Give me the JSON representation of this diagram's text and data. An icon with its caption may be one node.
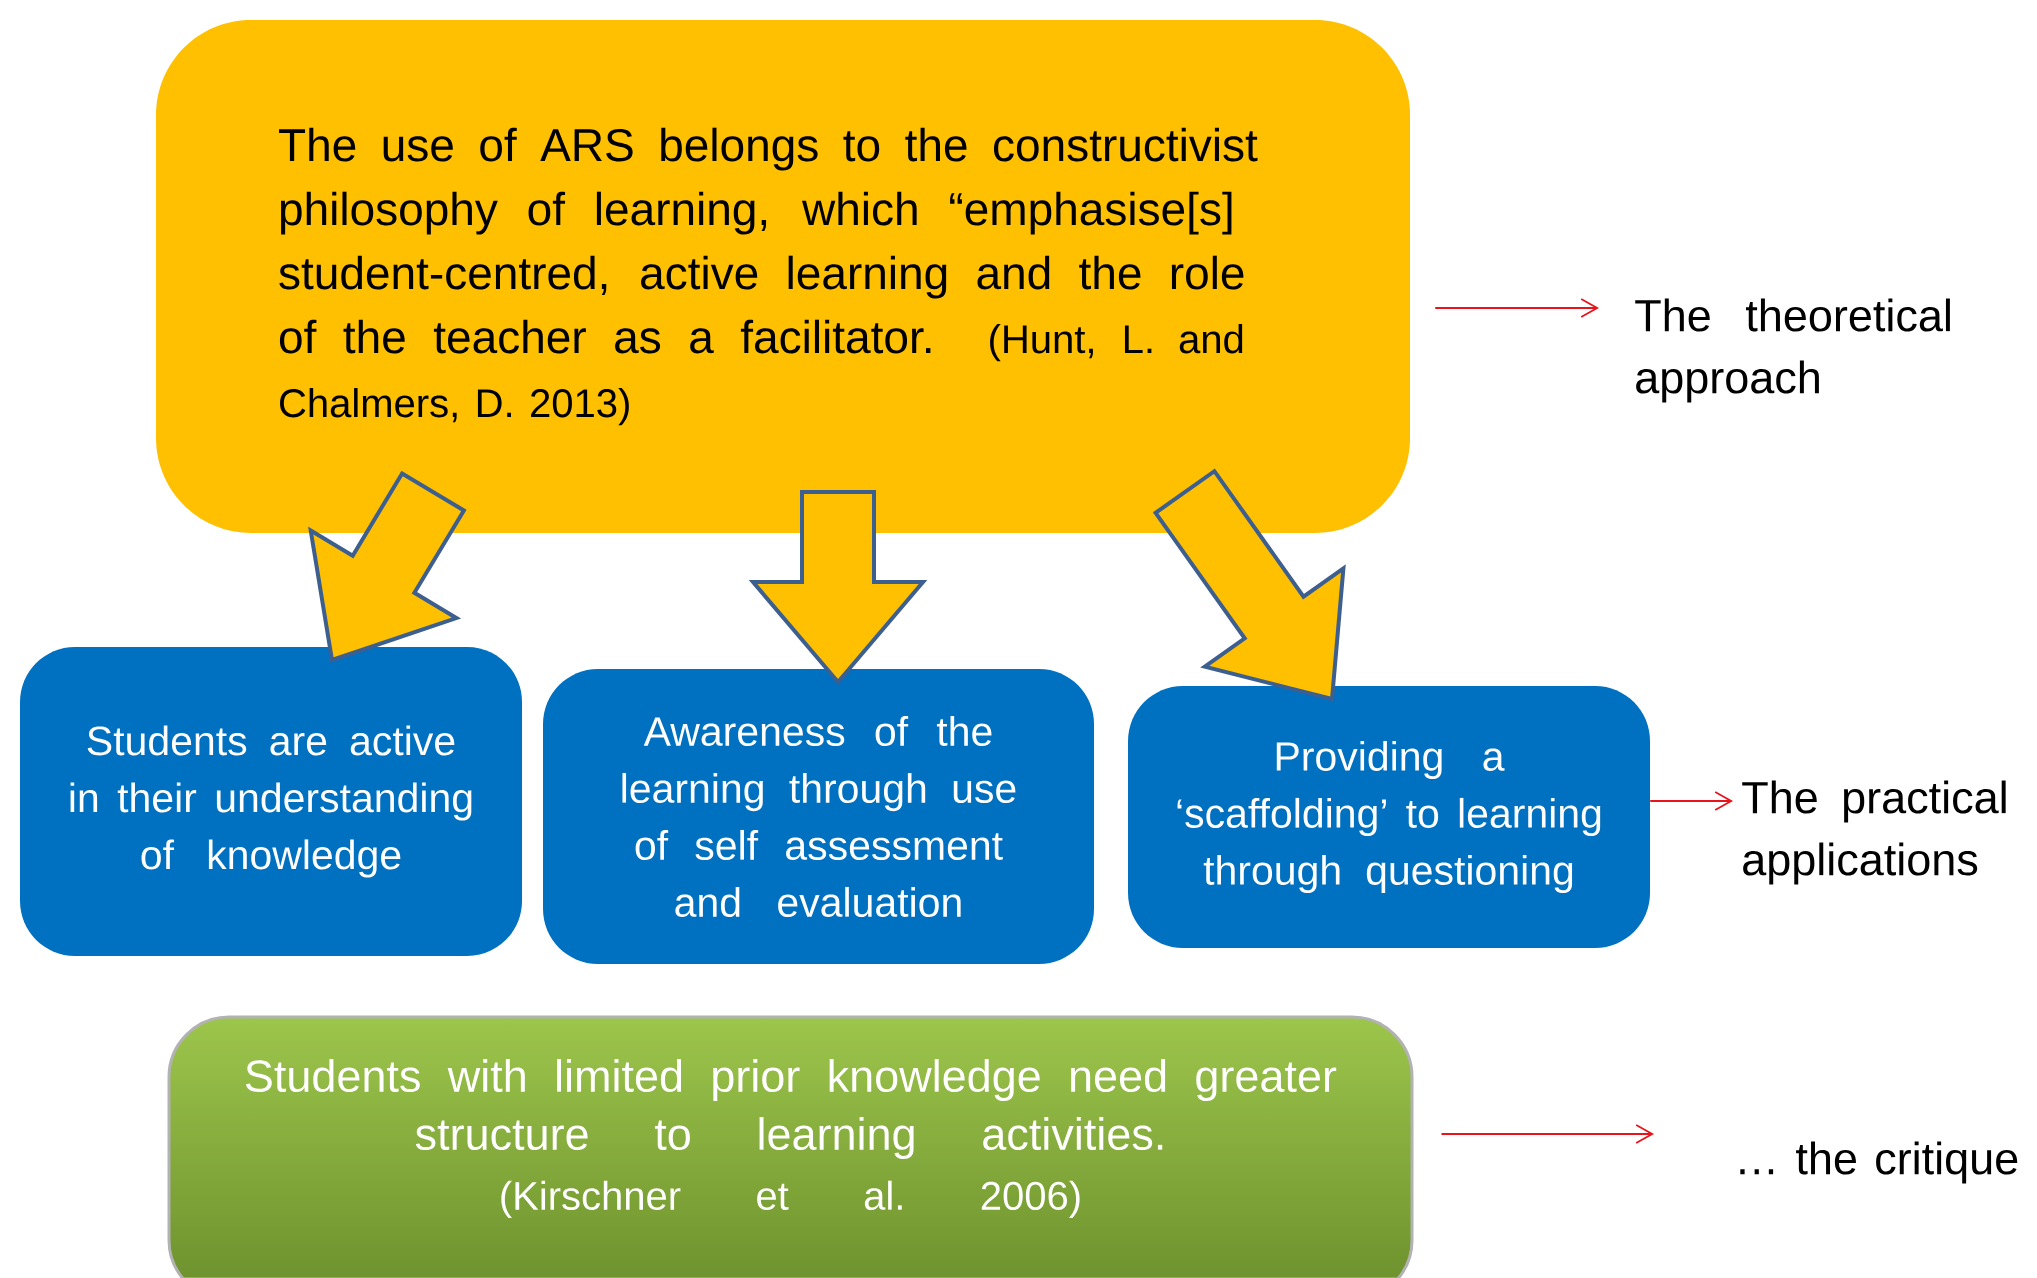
{
  "diagram": {
    "nodes": [
      {
        "text": [
          "The use of ARS belongs to the constructivist philosophy of learning, which “emphasise[s] student-centred, active learning and the role of the teacher as a facilitator.",
          "(Hunt, L. and Chalmers, D. 2013)"
        ]
      },
      {
        "text": [
          "Students are active in their understanding of knowledge"
        ]
      },
      {
        "text": [
          "Awareness of the learning through use of self assessment and evaluation"
        ]
      },
      {
        "text": [
          "Providing a ‘scaffolding’ to learning through questioning"
        ]
      },
      {
        "text": [
          "Students with limited prior knowledge need greater structure to learning activities.",
          "(Kirschner et al. 2006)"
        ]
      },
      {
        "text": [
          "The theoretical approach"
        ]
      },
      {
        "text": [
          "The practical applications"
        ]
      },
      {
        "text": [
          "… the critique"
        ]
      }
    ],
    "edges": [
      {
        "from": 0,
        "to": 1,
        "arrow": "to",
        "style": "thick"
      },
      {
        "from": 0,
        "to": 2,
        "arrow": "to",
        "style": "thick"
      },
      {
        "from": 0,
        "to": 3,
        "arrow": "to",
        "style": "thick"
      },
      {
        "from": 0,
        "to": 5,
        "arrow": "to",
        "color": "#e8141c"
      },
      {
        "from": 3,
        "to": 6,
        "arrow": "to",
        "color": "#e8141c"
      },
      {
        "from": 4,
        "to": 7,
        "arrow": "to",
        "color": "#e8141c"
      }
    ]
  }
}
